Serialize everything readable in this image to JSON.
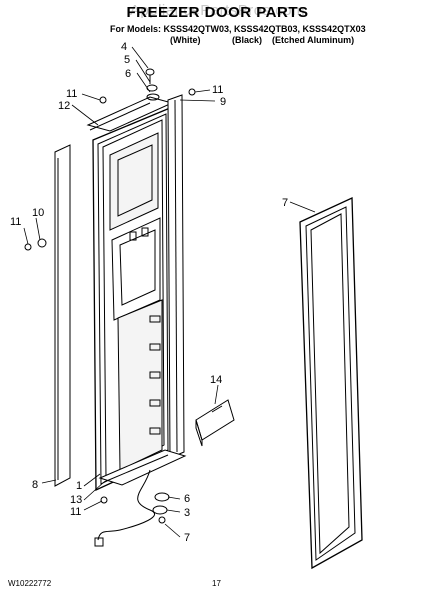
{
  "diagram": {
    "title": "FREEZER DOOR PARTS",
    "watermark": "AppliancePartsPros.com",
    "models_line": "For Models: KSSS42QTW03, KSSS42QTB03, KSSS42QTX03",
    "variants": [
      "(White)",
      "(Black)",
      "(Etched Aluminum)"
    ],
    "callouts": {
      "c4": "4",
      "c5": "5",
      "c6a": "6",
      "c11a": "11",
      "c12": "12",
      "c11b": "11",
      "c9": "9",
      "c11c": "11",
      "c10": "10",
      "c7a": "7",
      "c14": "14",
      "c8": "8",
      "c1": "1",
      "c13": "13",
      "c11d": "11",
      "c6b": "6",
      "c3": "3",
      "c7b": "7"
    },
    "doc_number": "W10222772",
    "page_number": "17"
  }
}
